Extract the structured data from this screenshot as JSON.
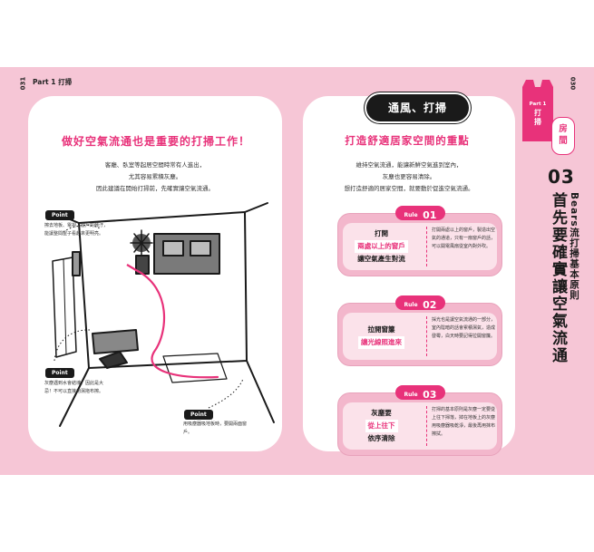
{
  "left_page": {
    "page_number": "031",
    "running_head": "Part 1  打掃",
    "title": "做好空氣流通也是重要的打掃工作！",
    "body_lines": [
      "客廳、臥室等起居空間時常有人進出，",
      "尤其容易累積灰塵。",
      "因此建議在開始打掃前，先確實讓空氣流通。"
    ],
    "points": [
      {
        "label": "Point",
        "text": "擦去地板、電視、窗戶的髒汙，\n能讓整間屋子看起來更明亮。"
      },
      {
        "label": "Point",
        "text": "灰塵遇到水會結塊，因此是大\n忌！不可以直接用濕拖布擦。"
      },
      {
        "label": "Point",
        "text": "用吸塵器吸地板時，要開兩面窗\n戶。"
      }
    ]
  },
  "right_page": {
    "page_number": "030",
    "section_pill": "通風、打掃",
    "title": "打造舒適居家空間的重點",
    "body_lines": [
      "維持空氣流通，能讓新鮮空氣進到室內，",
      "灰塵也更容易清除。",
      "想打造舒適的居家空間，就要動於促進空氣流通。"
    ],
    "rules": [
      {
        "badge_word": "Rule",
        "badge_num": "01",
        "lines": [
          "打開",
          "兩處以上的窗戶",
          "讓空氣產生對流"
        ],
        "desc": "打開兩處以上的窗戶，製造出空氣的通道，只有一扇窗戶的話，可以開電風扇從室內對外吹。"
      },
      {
        "badge_word": "Rule",
        "badge_num": "02",
        "lines": [
          "拉開窗簾",
          "讓光線照進來"
        ],
        "desc": "採光也是讓空氣流通的一部分，室內陰暗的話會累積濕氣，造成發霉，白天時要記得拉開窗簾。"
      },
      {
        "badge_word": "Rule",
        "badge_num": "03",
        "lines": [
          "灰塵要",
          "從上往下",
          "依序清除"
        ],
        "desc": "打掃的基本原則是灰塵一定要從上往下掃落，掉在地板上的灰塵用吸塵器吸乾淨，最後再用抹布擦拭。"
      }
    ]
  },
  "side_tab": {
    "part": "Part 1",
    "chapter": "打掃",
    "room": "房間",
    "number": "03",
    "series": "Bears流打掃基本原則",
    "heading": "首先要確實讓空氣流通"
  },
  "colors": {
    "accent": "#e8327a",
    "background_pink": "#f6c6d6",
    "card_pink": "#f3b7cc",
    "dark": "#1a1a1a"
  }
}
